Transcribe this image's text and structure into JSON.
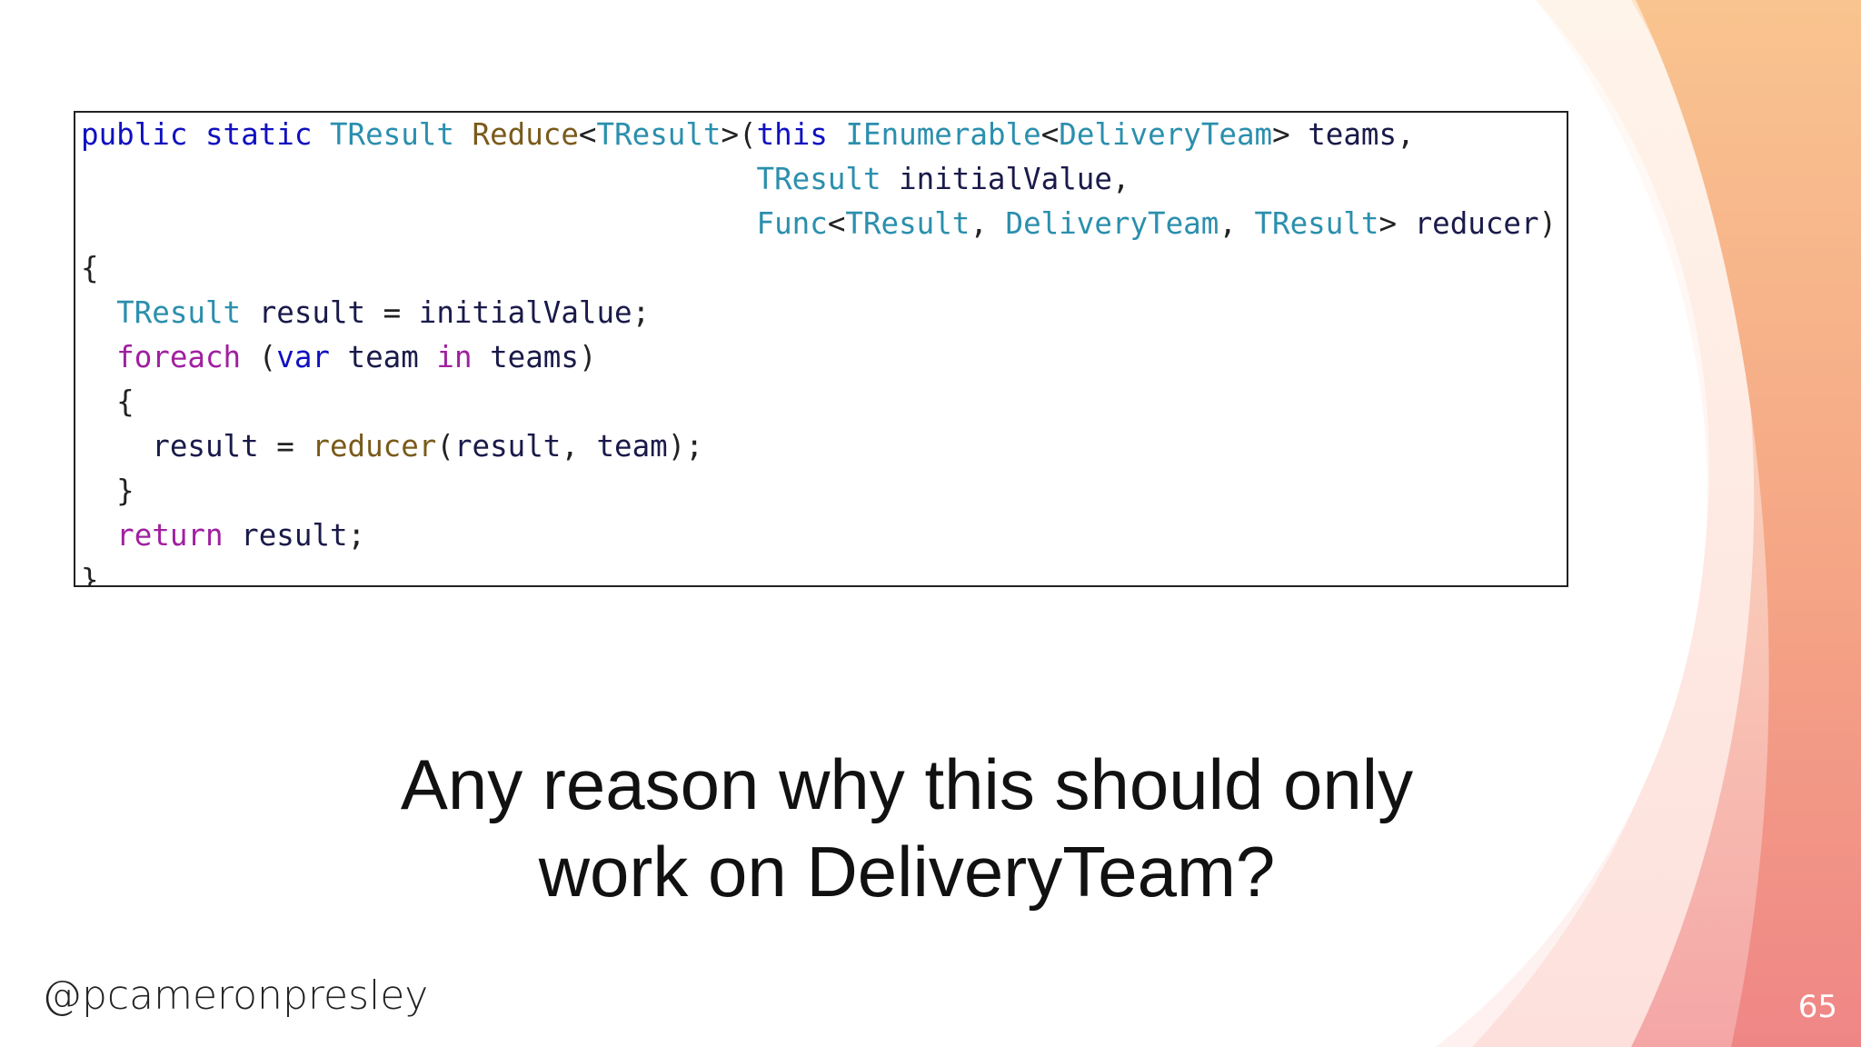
{
  "slide": {
    "code_lines": [
      [
        {
          "t": "public",
          "c": "kw"
        },
        {
          "t": " ",
          "c": "punc"
        },
        {
          "t": "static",
          "c": "kw"
        },
        {
          "t": " ",
          "c": "punc"
        },
        {
          "t": "TResult",
          "c": "type"
        },
        {
          "t": " ",
          "c": "punc"
        },
        {
          "t": "Reduce",
          "c": "method"
        },
        {
          "t": "<",
          "c": "punc"
        },
        {
          "t": "TResult",
          "c": "type"
        },
        {
          "t": ">(",
          "c": "punc"
        },
        {
          "t": "this",
          "c": "kw"
        },
        {
          "t": " ",
          "c": "punc"
        },
        {
          "t": "IEnumerable",
          "c": "type"
        },
        {
          "t": "<",
          "c": "punc"
        },
        {
          "t": "DeliveryTeam",
          "c": "type"
        },
        {
          "t": "> ",
          "c": "punc"
        },
        {
          "t": "teams",
          "c": "id"
        },
        {
          "t": ",",
          "c": "punc"
        }
      ],
      [
        {
          "t": "                                      ",
          "c": "punc"
        },
        {
          "t": "TResult",
          "c": "type"
        },
        {
          "t": " ",
          "c": "punc"
        },
        {
          "t": "initialValue",
          "c": "id"
        },
        {
          "t": ",",
          "c": "punc"
        }
      ],
      [
        {
          "t": "                                      ",
          "c": "punc"
        },
        {
          "t": "Func",
          "c": "type"
        },
        {
          "t": "<",
          "c": "punc"
        },
        {
          "t": "TResult",
          "c": "type"
        },
        {
          "t": ", ",
          "c": "punc"
        },
        {
          "t": "DeliveryTeam",
          "c": "type"
        },
        {
          "t": ", ",
          "c": "punc"
        },
        {
          "t": "TResult",
          "c": "type"
        },
        {
          "t": "> ",
          "c": "punc"
        },
        {
          "t": "reducer",
          "c": "id"
        },
        {
          "t": ")",
          "c": "punc"
        }
      ],
      [
        {
          "t": "{",
          "c": "punc"
        }
      ],
      [
        {
          "t": "  ",
          "c": "punc"
        },
        {
          "t": "TResult",
          "c": "type"
        },
        {
          "t": " ",
          "c": "punc"
        },
        {
          "t": "result",
          "c": "id"
        },
        {
          "t": " = ",
          "c": "punc"
        },
        {
          "t": "initialValue",
          "c": "id"
        },
        {
          "t": ";",
          "c": "punc"
        }
      ],
      [
        {
          "t": "  ",
          "c": "punc"
        },
        {
          "t": "foreach",
          "c": "kw2"
        },
        {
          "t": " (",
          "c": "punc"
        },
        {
          "t": "var",
          "c": "kw"
        },
        {
          "t": " ",
          "c": "punc"
        },
        {
          "t": "team",
          "c": "id"
        },
        {
          "t": " ",
          "c": "punc"
        },
        {
          "t": "in",
          "c": "kw2"
        },
        {
          "t": " ",
          "c": "punc"
        },
        {
          "t": "teams",
          "c": "id"
        },
        {
          "t": ")",
          "c": "punc"
        }
      ],
      [
        {
          "t": "  {",
          "c": "punc"
        }
      ],
      [
        {
          "t": "    ",
          "c": "punc"
        },
        {
          "t": "result",
          "c": "id"
        },
        {
          "t": " = ",
          "c": "punc"
        },
        {
          "t": "reducer",
          "c": "method"
        },
        {
          "t": "(",
          "c": "punc"
        },
        {
          "t": "result",
          "c": "id"
        },
        {
          "t": ", ",
          "c": "punc"
        },
        {
          "t": "team",
          "c": "id"
        },
        {
          "t": ");",
          "c": "punc"
        }
      ],
      [
        {
          "t": "  }",
          "c": "punc"
        }
      ],
      [
        {
          "t": "  ",
          "c": "punc"
        },
        {
          "t": "return",
          "c": "kw2"
        },
        {
          "t": " ",
          "c": "punc"
        },
        {
          "t": "result",
          "c": "id"
        },
        {
          "t": ";",
          "c": "punc"
        }
      ],
      [
        {
          "t": "}",
          "c": "punc"
        }
      ]
    ],
    "title_line1": "Any reason why this should only",
    "title_line2": "work on DeliveryTeam?",
    "handle": "@pcameronpresley",
    "page_number": "65"
  },
  "colors": {
    "accent_orange": "#f7b98a",
    "accent_pink": "#f08a8a",
    "keyword": "#1010c0",
    "control_keyword": "#a020a0",
    "type_name": "#2b8fad",
    "method_name": "#7a5a1a"
  }
}
